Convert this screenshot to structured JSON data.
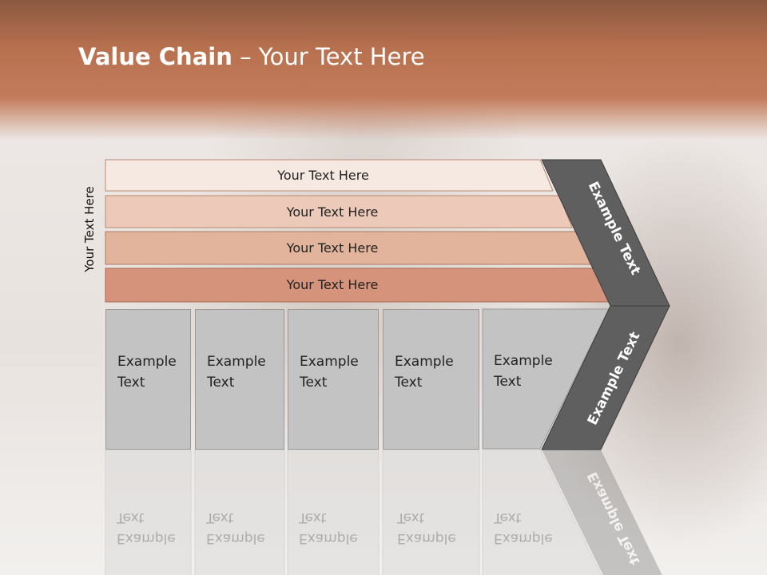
{
  "slide": {
    "title_bold": "Value Chain",
    "title_rest": " – Your Text Here",
    "side_label": "Your Text Here",
    "rows": [
      {
        "label": "Your Text Here",
        "color": "#f5e9e2"
      },
      {
        "label": "Your Text Here",
        "color": "#ecc9b9"
      },
      {
        "label": "Your Text Here",
        "color": "#e2b49c"
      },
      {
        "label": "Your Text Here",
        "color": "#d4937a"
      }
    ],
    "boxes": [
      {
        "line1": "Example",
        "line2": "Text"
      },
      {
        "line1": "Example",
        "line2": "Text"
      },
      {
        "line1": "Example",
        "line2": "Text"
      },
      {
        "line1": "Example",
        "line2": "Text"
      },
      {
        "line1": "Example",
        "line2": "Text"
      }
    ],
    "chevron_top": "Example Text",
    "chevron_bottom": "Example Text",
    "chevron_color": "#5f5f5f"
  }
}
